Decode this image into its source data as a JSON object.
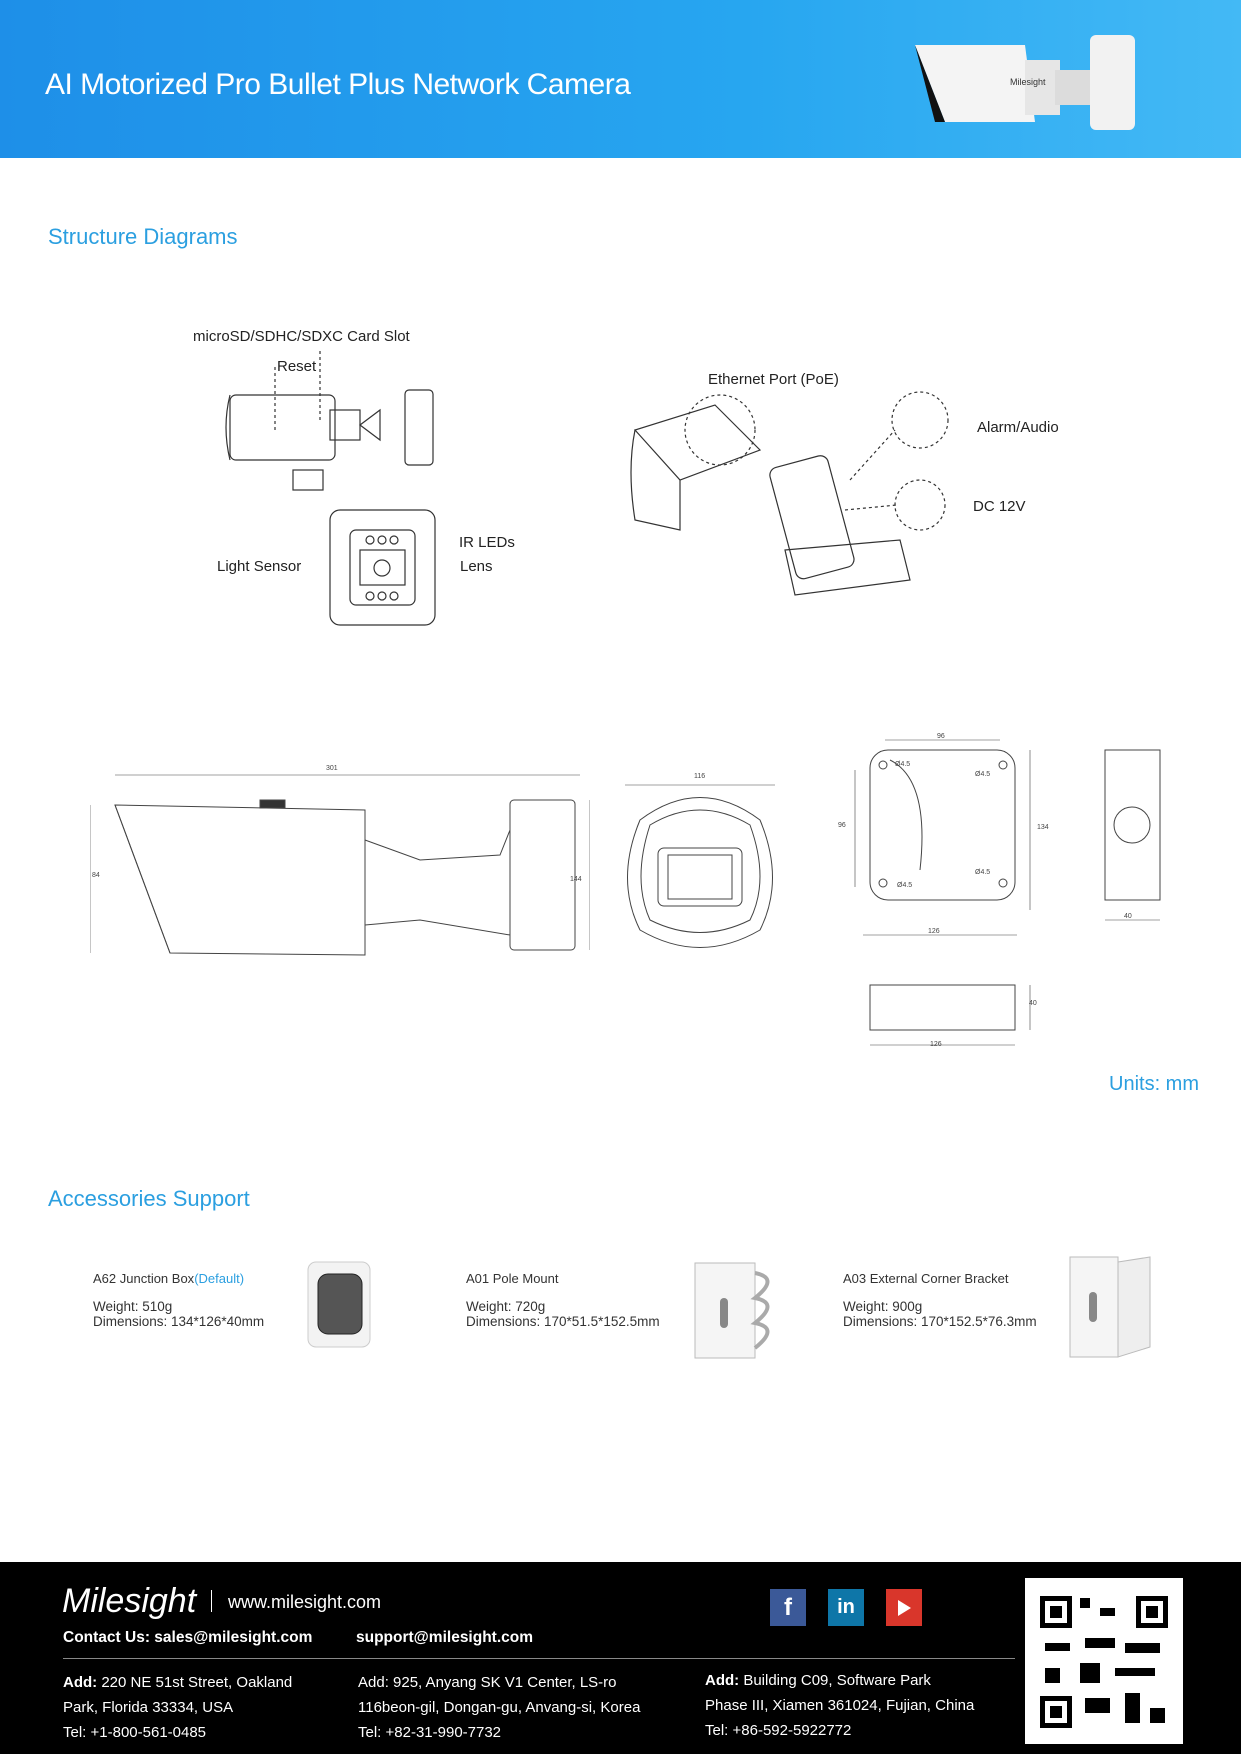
{
  "header": {
    "title": "AI Motorized Pro Bullet Plus Network Camera",
    "camera_brand": "Milesight"
  },
  "structure": {
    "heading": "Structure Diagrams",
    "callouts": {
      "card_slot": "microSD/SDHC/SDXC Card Slot",
      "reset": "Reset",
      "ir_leds": "IR LEDs",
      "light_sensor": "Light Sensor",
      "lens": "Lens",
      "ethernet": "Ethernet Port (PoE)",
      "alarm_audio": "Alarm/Audio",
      "dc": "DC 12V"
    }
  },
  "dimensions": {
    "camera_length": "301",
    "camera_height": "84",
    "mount_height": "144",
    "front_width": "116",
    "box_hole_spacing_h": "96",
    "box_hole_spacing_v": "96",
    "box_height": "134",
    "box_width": "126",
    "hole": "Ø4.5",
    "box_side_depth": "40",
    "box_bottom_height": "40",
    "box_bottom_width": "126",
    "units": "Units: mm"
  },
  "accessories": {
    "heading": "Accessories Support",
    "items": [
      {
        "name": "A62 Junction Box",
        "tag": "(Default)",
        "weight": "Weight: 510g",
        "dimensions": "Dimensions: 134*126*40mm"
      },
      {
        "name": "A01 Pole Mount",
        "tag": "",
        "weight": "Weight: 720g",
        "dimensions": "Dimensions: 170*51.5*152.5mm"
      },
      {
        "name": "A03 External Corner Bracket",
        "tag": "",
        "weight": "Weight: 900g",
        "dimensions": "Dimensions: 170*152.5*76.3mm"
      }
    ]
  },
  "footer": {
    "brand": "Milesight",
    "website": "www.milesight.com",
    "contact": "Contact Us: sales@milesight.com",
    "support": "support@milesight.com",
    "social": {
      "facebook": "f",
      "linkedin": "in"
    },
    "offices": [
      {
        "label": "Add:",
        "lines": [
          " 220 NE 51st Street, Oakland",
          "Park, Florida 33334, USA",
          "Tel: +1-800-561-0485"
        ]
      },
      {
        "label": "Add:",
        "lines": [
          " 925, Anyang SK V1 Center, LS-ro",
          "116beon-gil, Dongan-gu, Anvang-si, Korea",
          "Tel: +82-31-990-7732"
        ]
      },
      {
        "label": "Add:",
        "lines": [
          " Building C09, Software Park",
          "Phase III, Xiamen 361024, Fujian, China",
          "Tel: +86-592-5922772"
        ]
      }
    ]
  }
}
